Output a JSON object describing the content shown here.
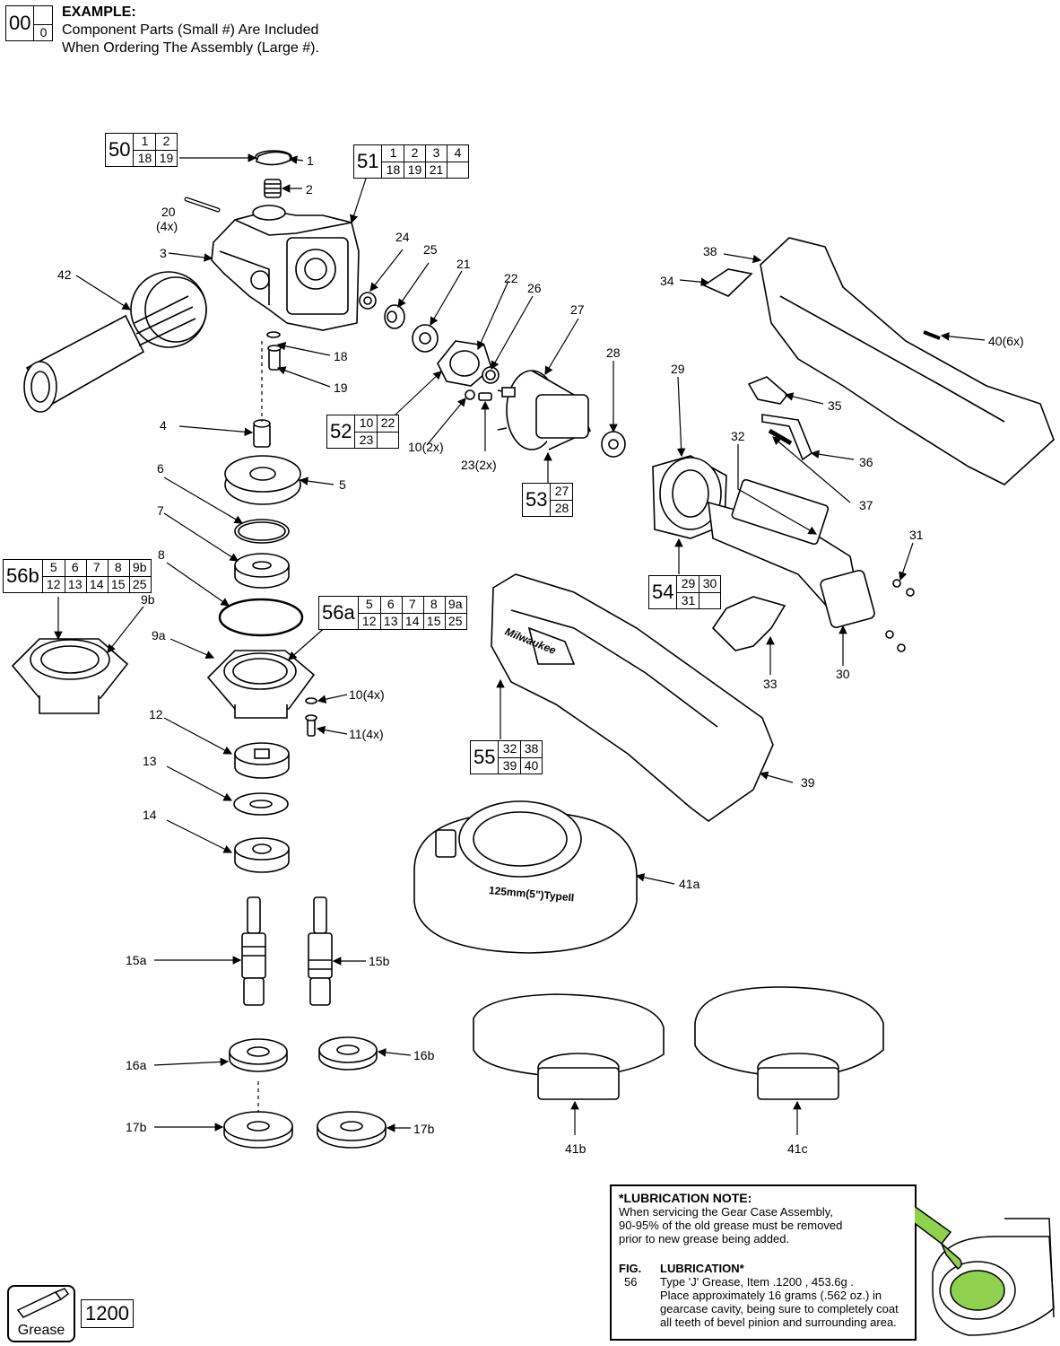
{
  "example": {
    "big": "00",
    "small": "0",
    "title": "EXAMPLE:",
    "line1": "Component Parts (Small #) Are Included",
    "line2": "When Ordering The Assembly (Large #)."
  },
  "assemblies": [
    {
      "id": "50",
      "parts": [
        "1",
        "2",
        "18",
        "19"
      ],
      "cols": 2
    },
    {
      "id": "51",
      "parts": [
        "1",
        "2",
        "3",
        "4",
        "18",
        "19",
        "21",
        ""
      ],
      "cols": 4
    },
    {
      "id": "52",
      "parts": [
        "10",
        "22",
        "23",
        ""
      ],
      "cols": 2
    },
    {
      "id": "53",
      "parts": [
        "27",
        "28"
      ],
      "cols": 1
    },
    {
      "id": "54",
      "parts": [
        "29",
        "30",
        "31",
        ""
      ],
      "cols": 2
    },
    {
      "id": "55",
      "parts": [
        "32",
        "38",
        "39",
        "40"
      ],
      "cols": 2
    },
    {
      "id": "56a",
      "parts": [
        "5",
        "6",
        "7",
        "8",
        "9a",
        "12",
        "13",
        "14",
        "15",
        "25"
      ],
      "cols": 5
    },
    {
      "id": "56b",
      "parts": [
        "5",
        "6",
        "7",
        "8",
        "9b",
        "12",
        "13",
        "14",
        "15",
        "25"
      ],
      "cols": 5
    }
  ],
  "labels": {
    "p1": "1",
    "p2": "2",
    "p3": "3",
    "p4": "4",
    "p5": "5",
    "p6": "6",
    "p7": "7",
    "p8": "8",
    "p9a": "9a",
    "p9b": "9b",
    "p10a": "10(4x)",
    "p10b": "10(2x)",
    "p11": "11(4x)",
    "p12": "12",
    "p13": "13",
    "p14": "14",
    "p15a": "15a",
    "p15b": "15b",
    "p16a": "16a",
    "p16b": "16b",
    "p17b1": "17b",
    "p17b2": "17b",
    "p18": "18",
    "p19": "19",
    "p20": "20",
    "p20x": "(4x)",
    "p21": "21",
    "p22": "22",
    "p23": "23(2x)",
    "p24": "24",
    "p25": "25",
    "p26": "26",
    "p27": "27",
    "p28": "28",
    "p29": "29",
    "p30": "30",
    "p31": "31",
    "p32": "32",
    "p33": "33",
    "p34": "34",
    "p35": "35",
    "p36": "36",
    "p37": "37",
    "p38": "38",
    "p39": "39",
    "p40": "40(6x)",
    "p41a": "41a",
    "p41b": "41b",
    "p41c": "41c",
    "p42": "42"
  },
  "guard_text": "125mm(5\")TypeII",
  "brand_text": "Milwaukee",
  "lubrication": {
    "title": "*LUBRICATION NOTE:",
    "line1": "When servicing the Gear Case Assembly,",
    "line2": "90-95% of the old grease must be removed",
    "line3": "prior to new grease being added.",
    "fig_head": "FIG.",
    "fig_num": "56",
    "lub_head": "LUBRICATION*",
    "l1": "Type 'J' Grease, Item .1200 , 453.6g .",
    "l2": "Place approximately 16 grams (.562 oz.) in",
    "l3": "gearcase cavity, being sure to completely coat",
    "l4": "all teeth of bevel pinion and surrounding area."
  },
  "grease": {
    "label": "Grease",
    "item": "1200"
  },
  "colors": {
    "grease_green": "#8fd14f"
  }
}
